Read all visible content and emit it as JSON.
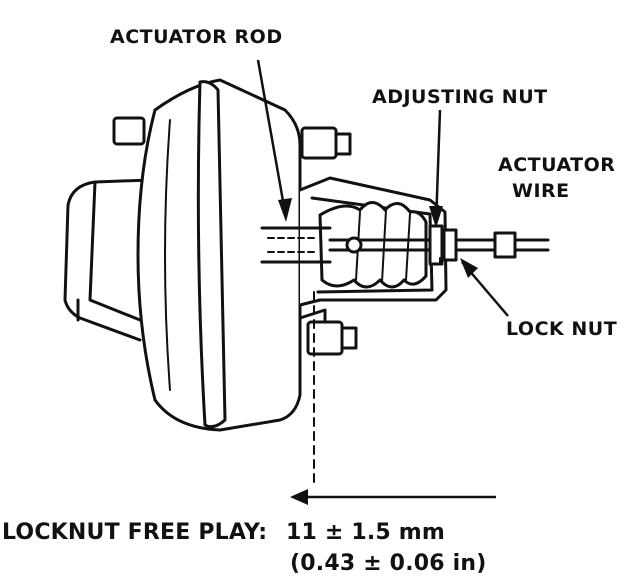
{
  "labels": {
    "actuator_rod": "ACTUATOR ROD",
    "adjusting_nut": "ADJUSTING NUT",
    "actuator_wire_line1": "ACTUATOR",
    "actuator_wire_line2": "WIRE",
    "lock_nut": "LOCK NUT"
  },
  "spec": {
    "title": "LOCKNUT FREE PLAY:",
    "value_metric": "11 ± 1.5 mm",
    "value_imperial": "(0.43 ± 0.06 in)"
  },
  "colors": {
    "ink": "#111111",
    "paper": "#ffffff"
  }
}
